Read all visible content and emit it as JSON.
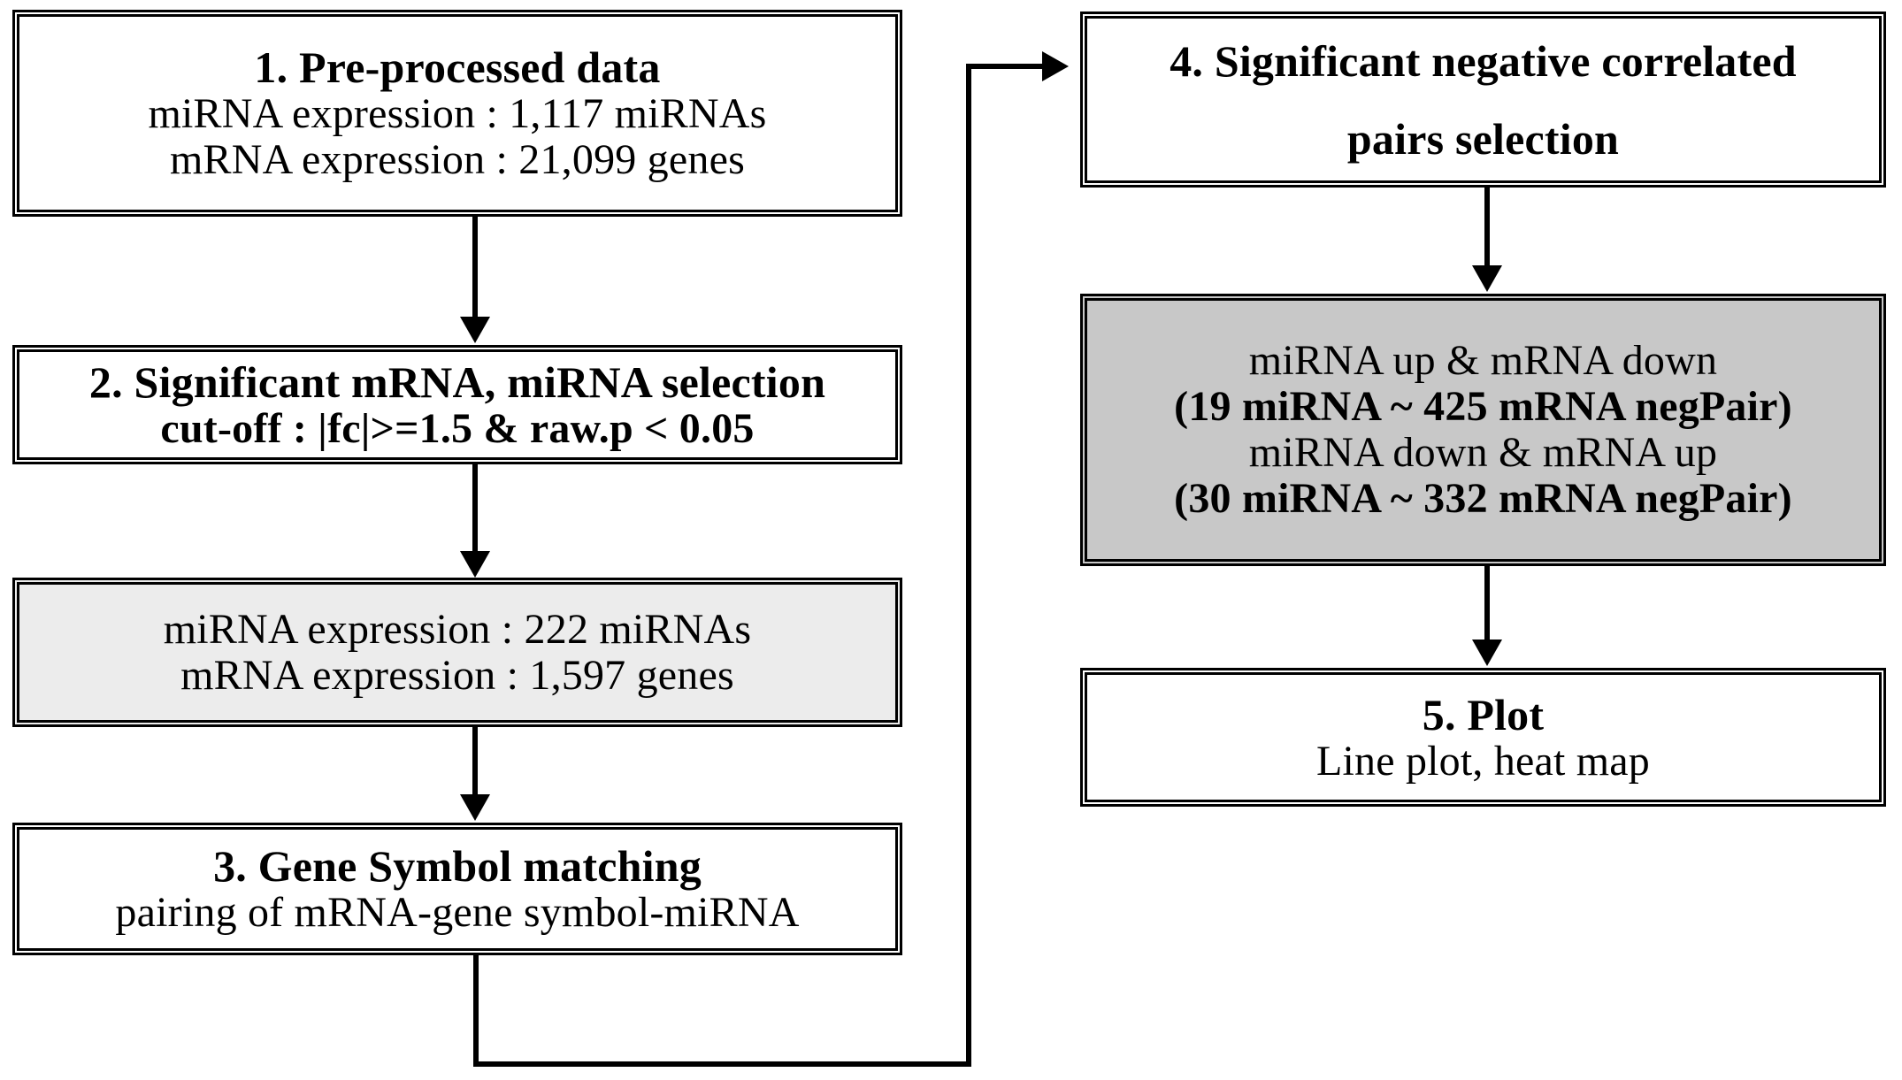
{
  "diagram": {
    "title": "miRNA-mRNA integrative analysis workflow",
    "colors": {
      "line": "#000000",
      "box_fill": "#ffffff",
      "shade_light": "#ececec",
      "shade_dark": "#c8c8c8"
    },
    "nodes": [
      {
        "id": "step1",
        "name": "pre-processed-data",
        "fill": "#ffffff",
        "lines": [
          {
            "text": "1. Pre-processed data",
            "bold": true
          },
          {
            "text": "miRNA expression : 1,117 miRNAs",
            "bold": false
          },
          {
            "text": "mRNA expression : 21,099 genes",
            "bold": false
          }
        ]
      },
      {
        "id": "step2",
        "name": "significant-selection",
        "fill": "#ffffff",
        "lines": [
          {
            "text": "2. Significant mRNA, miRNA selection",
            "bold": true
          },
          {
            "text": "cut-off : |fc|>=1.5 & raw.p < 0.05",
            "bold": true
          }
        ]
      },
      {
        "id": "result1",
        "name": "filtered-expression-counts",
        "fill": "#ececec",
        "lines": [
          {
            "text": "miRNA expression : 222 miRNAs",
            "bold": false
          },
          {
            "text": "mRNA expression : 1,597 genes",
            "bold": false
          }
        ]
      },
      {
        "id": "step3",
        "name": "gene-symbol-matching",
        "fill": "#ffffff",
        "lines": [
          {
            "text": "3. Gene Symbol matching",
            "bold": true
          },
          {
            "text": "pairing of mRNA-gene symbol-miRNA",
            "bold": false
          }
        ]
      },
      {
        "id": "step4",
        "name": "negative-correlated-pairs-selection",
        "fill": "#ffffff",
        "lines": [
          {
            "text": "4. Significant negative correlated",
            "bold": true
          },
          {
            "text": "pairs selection",
            "bold": true
          }
        ]
      },
      {
        "id": "result2",
        "name": "negative-pair-results",
        "fill": "#c8c8c8",
        "lines": [
          {
            "text": "miRNA up & mRNA down",
            "bold": false
          },
          {
            "text": "(19 miRNA ~ 425 mRNA negPair)",
            "bold": true
          },
          {
            "text": "miRNA down & mRNA up",
            "bold": false
          },
          {
            "text": "(30 miRNA ~ 332 mRNA negPair)",
            "bold": true
          }
        ]
      },
      {
        "id": "step5",
        "name": "plot",
        "fill": "#ffffff",
        "lines": [
          {
            "text": "5. Plot",
            "bold": true
          },
          {
            "text": "Line plot, heat map",
            "bold": false
          }
        ]
      }
    ],
    "connectors": [
      {
        "name": "step1-to-step2",
        "from": "step1",
        "to": "step2",
        "kind": "arrow-down"
      },
      {
        "name": "step2-to-result1",
        "from": "step2",
        "to": "result1",
        "kind": "arrow-down"
      },
      {
        "name": "result1-to-step3",
        "from": "result1",
        "to": "step3",
        "kind": "arrow-down"
      },
      {
        "name": "step3-to-step4",
        "from": "step3",
        "to": "step4",
        "kind": "elbow-arrow-right"
      },
      {
        "name": "step4-to-result2",
        "from": "step4",
        "to": "result2",
        "kind": "arrow-down"
      },
      {
        "name": "result2-to-step5",
        "from": "result2",
        "to": "step5",
        "kind": "arrow-down"
      }
    ]
  }
}
